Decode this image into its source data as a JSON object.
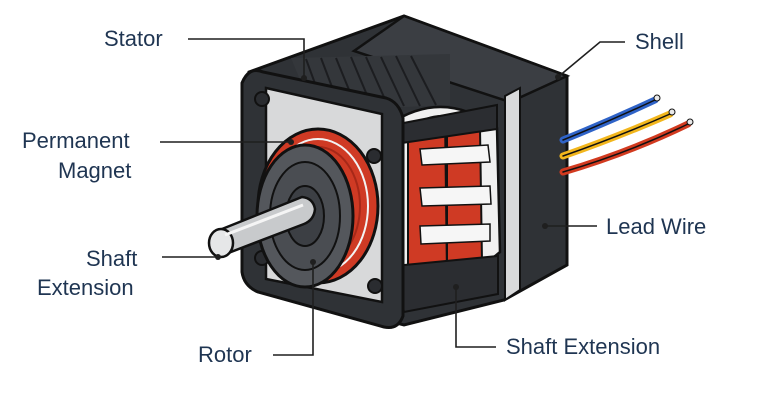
{
  "labels": {
    "stator": "Stator",
    "permanent_magnet_line1": "Permanent",
    "permanent_magnet_line2": "Magnet",
    "shaft_extension_left_line1": "Shaft",
    "shaft_extension_left_line2": "Extension",
    "rotor": "Rotor",
    "shell": "Shell",
    "lead_wire": "Lead Wire",
    "shaft_extension_bottom": "Shaft Extension"
  },
  "colors": {
    "label_text": "#1f3552",
    "motor_body": "#2f3236",
    "face_plate": "#d8d9da",
    "coil_red": "#cf3a24",
    "wire_blue": "#2f63c8",
    "wire_yellow": "#f2b61c",
    "wire_red": "#d23a1f"
  }
}
